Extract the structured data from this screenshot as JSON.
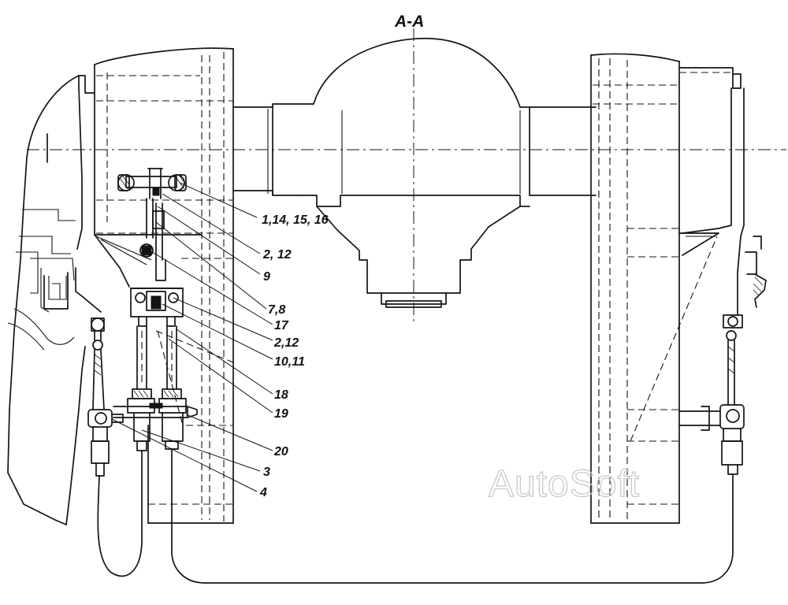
{
  "diagram": {
    "section_label": "A-A",
    "watermark": "AutoSoft",
    "callouts": [
      {
        "id": "c1",
        "text": "1,14, 15, 16"
      },
      {
        "id": "c2",
        "text": "2, 12"
      },
      {
        "id": "c3",
        "text": "9"
      },
      {
        "id": "c4",
        "text": "7,8"
      },
      {
        "id": "c5",
        "text": "17"
      },
      {
        "id": "c6",
        "text": "2,12"
      },
      {
        "id": "c7",
        "text": "10,11"
      },
      {
        "id": "c8",
        "text": "18"
      },
      {
        "id": "c9",
        "text": "19"
      },
      {
        "id": "c10",
        "text": "20"
      },
      {
        "id": "c11",
        "text": "3"
      },
      {
        "id": "c12",
        "text": "4"
      }
    ]
  }
}
